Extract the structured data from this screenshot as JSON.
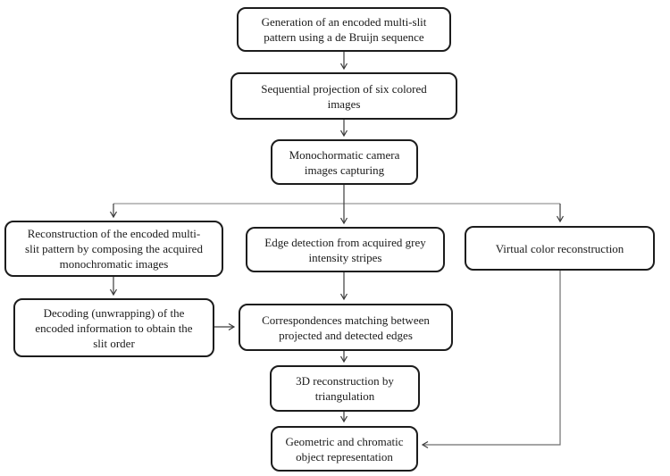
{
  "flowchart": {
    "nodes": {
      "generation": {
        "label": "Generation of an encoded multi-slit pattern using a de Bruijn sequence",
        "lines": [
          "Generation of an encoded multi-slit",
          "pattern using a de Bruijn sequence"
        ]
      },
      "projection": {
        "label": "Sequential projection of six colored images",
        "lines": [
          "Sequential projection of six colored",
          "images"
        ]
      },
      "capture": {
        "label": "Monochormatic camera images capturing",
        "lines": [
          "Monochormatic camera",
          "images capturing"
        ]
      },
      "reconstruction": {
        "label": "Reconstruction of the encoded multi-slit pattern by composing the acquired monochromatic images",
        "lines": [
          "Reconstruction of the encoded multi-",
          "slit pattern by composing the acquired",
          "monochromatic images"
        ]
      },
      "edge_detection": {
        "label": "Edge detection from acquired grey intensity stripes",
        "lines": [
          "Edge detection from acquired grey",
          "intensity stripes"
        ]
      },
      "virtual_color": {
        "label": "Virtual color reconstruction",
        "lines": [
          "Virtual color reconstruction"
        ]
      },
      "decoding": {
        "label": "Decoding (unwrapping) of the encoded information to obtain the slit order",
        "lines": [
          "Decoding (unwrapping) of the",
          "encoded information to obtain the",
          "slit order"
        ]
      },
      "correspondences": {
        "label": "Correspondences matching between projected and detected edges",
        "lines": [
          "Correspondences matching between",
          "projected  and detected edges"
        ]
      },
      "triangulation": {
        "label": "3D reconstruction by triangulation",
        "lines": [
          "3D reconstruction by",
          "triangulation"
        ]
      },
      "representation": {
        "label": "Geometric and chromatic object representation",
        "lines": [
          "Geometric and chromatic",
          "object representation"
        ]
      }
    },
    "edges": [
      {
        "from": "generation",
        "to": "projection"
      },
      {
        "from": "projection",
        "to": "capture"
      },
      {
        "from": "capture",
        "to": "reconstruction"
      },
      {
        "from": "capture",
        "to": "edge_detection"
      },
      {
        "from": "capture",
        "to": "virtual_color"
      },
      {
        "from": "reconstruction",
        "to": "decoding"
      },
      {
        "from": "decoding",
        "to": "correspondences"
      },
      {
        "from": "edge_detection",
        "to": "correspondences"
      },
      {
        "from": "correspondences",
        "to": "triangulation"
      },
      {
        "from": "triangulation",
        "to": "representation"
      },
      {
        "from": "virtual_color",
        "to": "representation"
      }
    ],
    "colors": {
      "box_border": "#1c1c1c",
      "box_fill": "#ffffff",
      "text": "#1a1a1a",
      "connector": "#3d3d3d",
      "branch_line": "#999999",
      "background": "#ffffff"
    }
  }
}
